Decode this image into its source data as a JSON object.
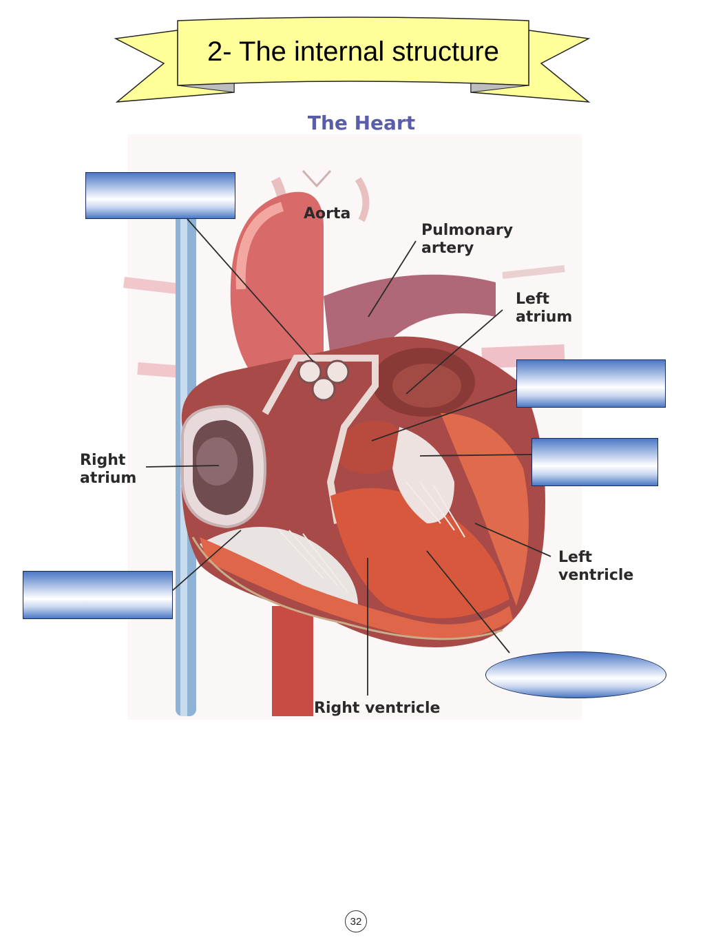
{
  "banner": {
    "title": "2- The internal structure"
  },
  "figure": {
    "title": "The Heart",
    "labels": {
      "aorta": "Aorta",
      "pulmonary_artery": "Pulmonary\nartery",
      "left_atrium": "Left\natrium",
      "right_atrium": "Right\natrium",
      "left_ventricle": "Left\nventricle",
      "right_ventricle": "Right ventricle"
    }
  },
  "colors": {
    "banner_fill": "#ffff99",
    "title_color": "#5a5ea8",
    "box_blue": "#4a78c4",
    "muscle": "#d8583e",
    "vein_blue": "#8fb3d6"
  },
  "page": {
    "number": "32"
  }
}
